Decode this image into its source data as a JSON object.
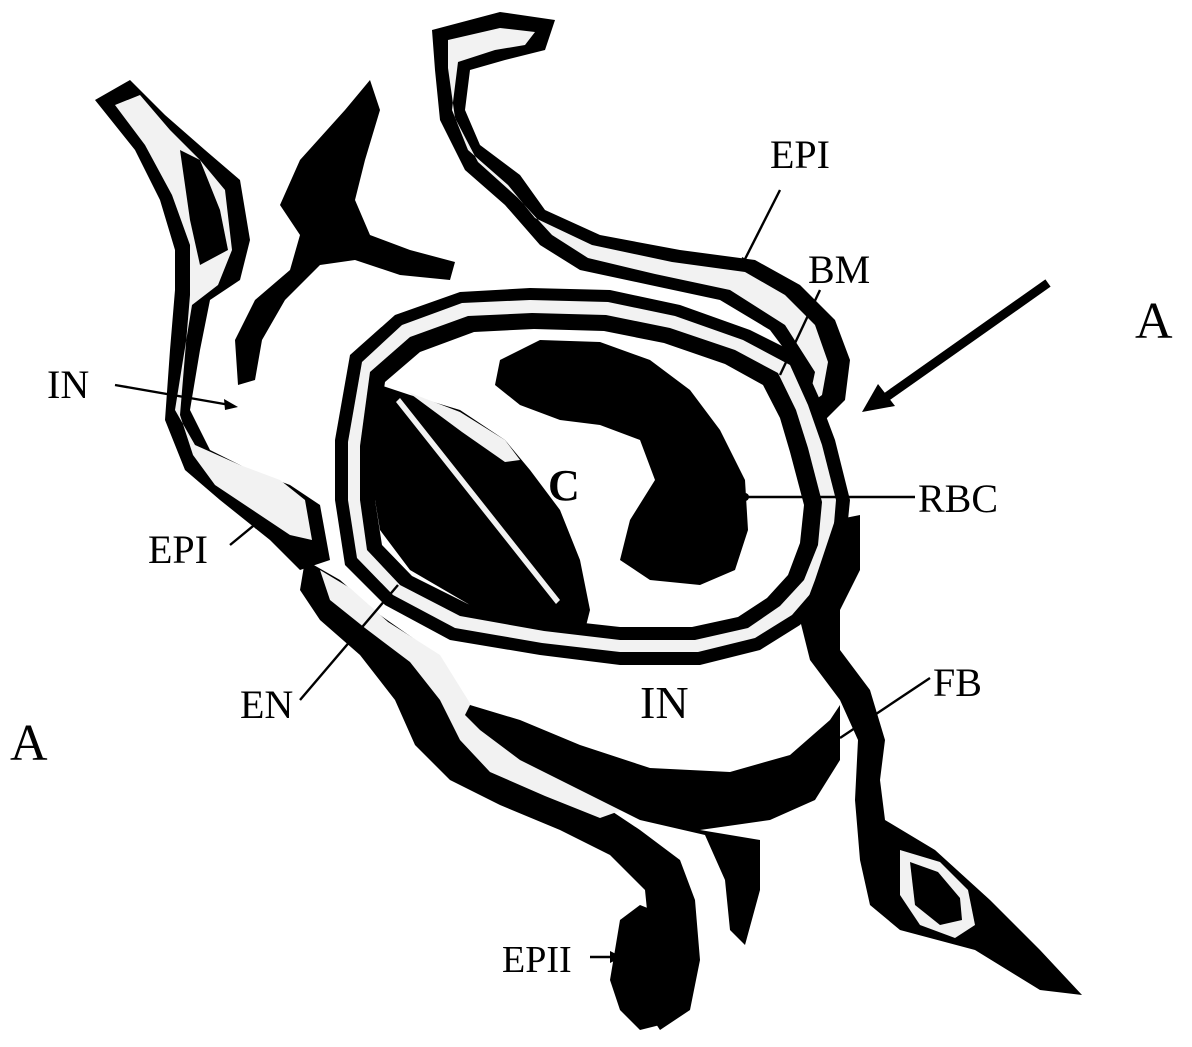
{
  "labels": {
    "epi_top": "EPI",
    "bm": "BM",
    "section_a_right": "A",
    "in_left": "IN",
    "c": "C",
    "rbc": "RBC",
    "epi_left": "EPI",
    "fb": "FB",
    "en": "EN",
    "in_bottom": "IN",
    "section_a_left": "A",
    "epii": "EPII"
  },
  "colors": {
    "ink": "#000000",
    "paper": "#ffffff",
    "stipple": "#f2f2f2"
  }
}
